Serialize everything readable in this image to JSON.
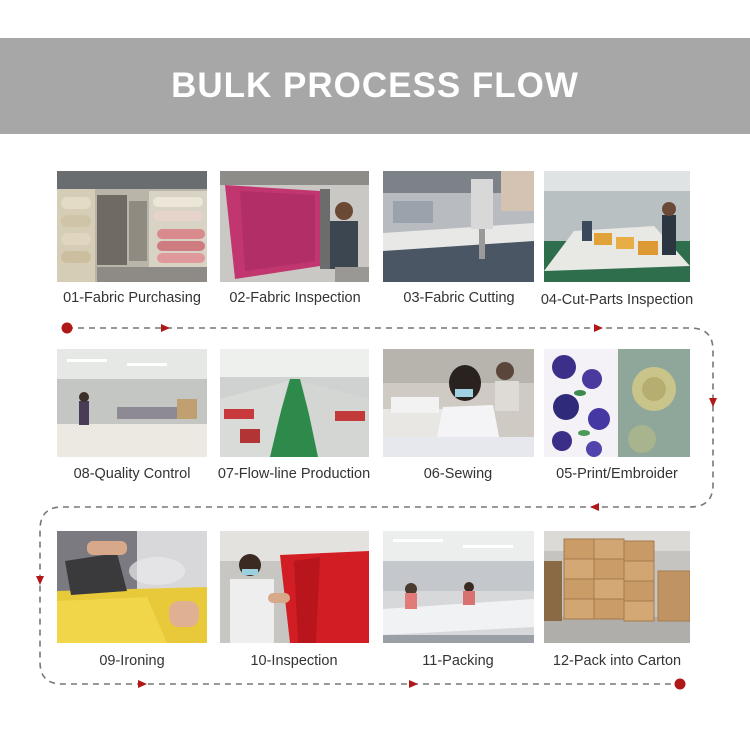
{
  "title": "BULK PROCESS FLOW",
  "colors": {
    "banner": "#a7a7a7",
    "arrow": "#b01818",
    "dash": "#777777"
  },
  "steps": [
    {
      "label": "01-Fabric Purchasing",
      "photo": "fabric-warehouse-photo"
    },
    {
      "label": "02-Fabric Inspection",
      "photo": "fabric-inspection-machine-photo"
    },
    {
      "label": "03-Fabric Cutting",
      "photo": "fabric-cutting-photo"
    },
    {
      "label": "04-Cut-Parts Inspection",
      "photo": "cut-parts-inspection-photo"
    },
    {
      "label": "05-Print/Embroider",
      "photo": "printed-fabric-photo"
    },
    {
      "label": "06-Sewing",
      "photo": "sewing-worker-photo"
    },
    {
      "label": "07-Flow-line Production",
      "photo": "production-line-photo"
    },
    {
      "label": "08-Quality Control",
      "photo": "quality-control-photo"
    },
    {
      "label": "09-Ironing",
      "photo": "steam-ironing-photo"
    },
    {
      "label": "10-Inspection",
      "photo": "garment-inspection-photo"
    },
    {
      "label": "11-Packing",
      "photo": "packing-table-photo"
    },
    {
      "label": "12-Pack into Carton",
      "photo": "cartons-stack-photo"
    }
  ]
}
